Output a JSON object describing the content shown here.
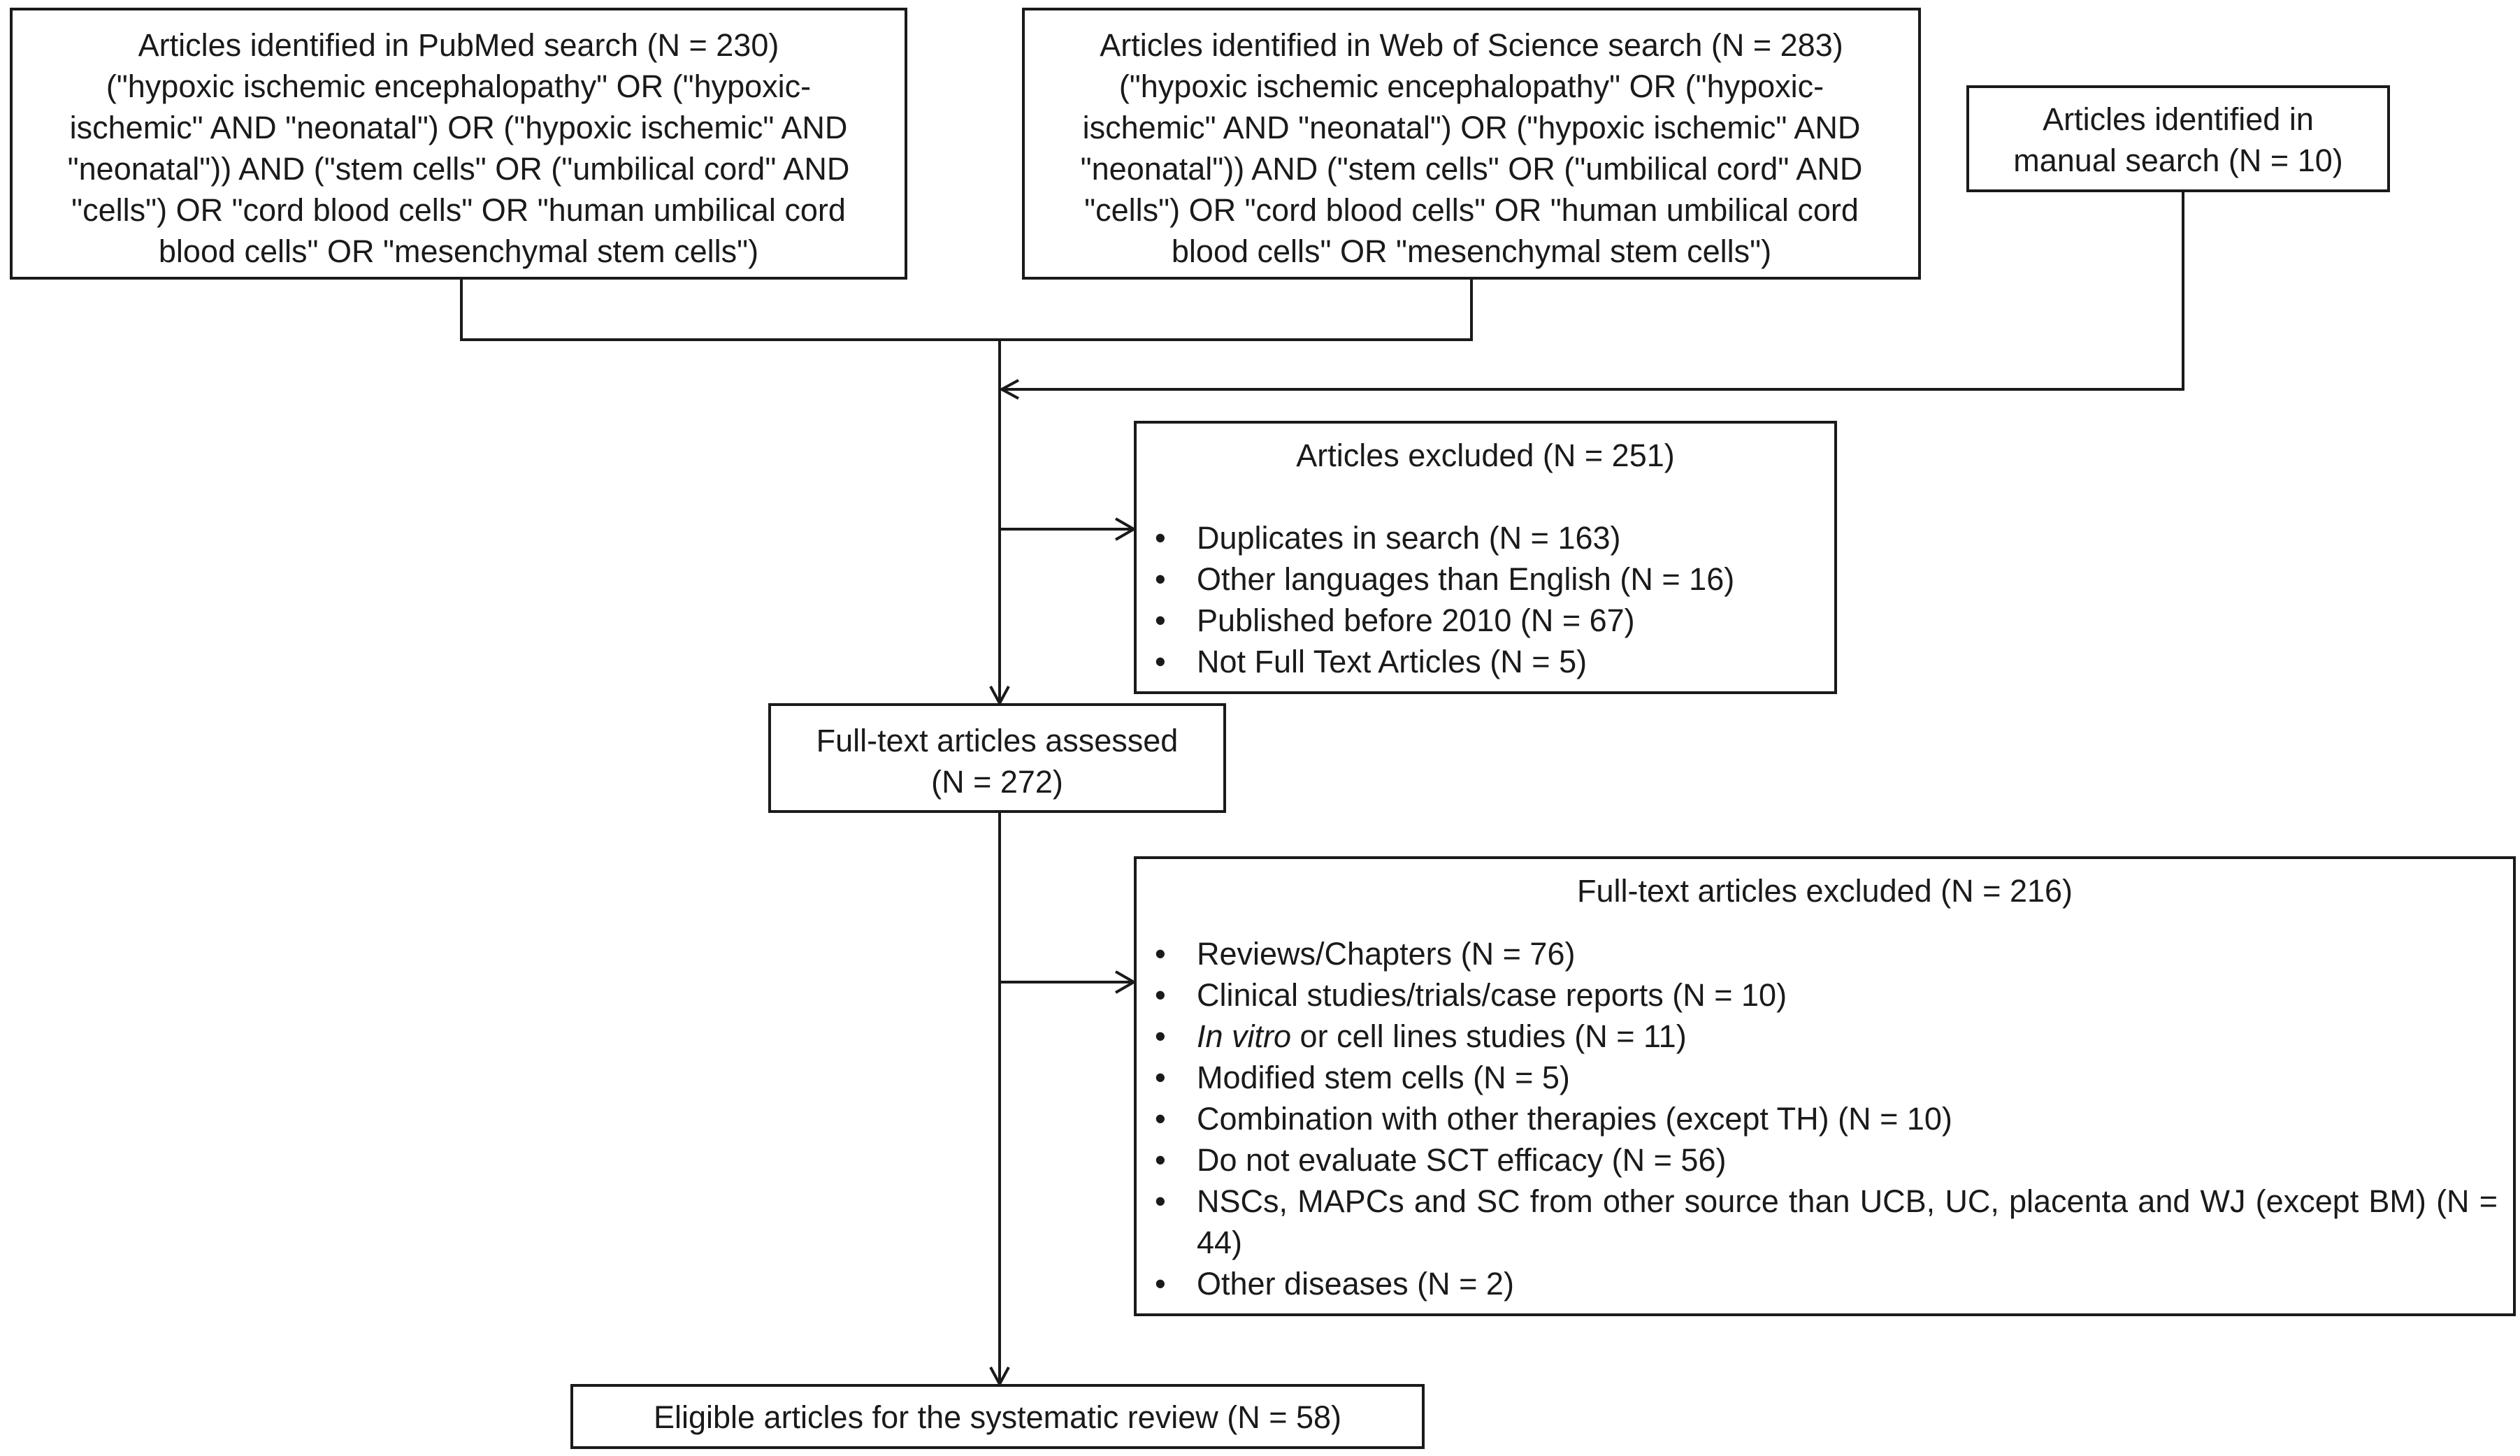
{
  "colors": {
    "line": "#1a1a1a",
    "background": "#ffffff"
  },
  "boxes": {
    "pubmed": {
      "lines": [
        "Articles identified in PubMed search (N = 230)",
        "(\"hypoxic ischemic encephalopathy\" OR (\"hypoxic-",
        "ischemic\" AND \"neonatal\") OR (\"hypoxic ischemic\" AND",
        "\"neonatal\")) AND (\"stem cells\" OR (\"umbilical cord\" AND",
        "\"cells\") OR \"cord blood cells\" OR \"human umbilical cord",
        "blood cells\" OR \"mesenchymal stem cells\")"
      ]
    },
    "wos": {
      "lines": [
        "Articles identified in Web of Science search (N = 283)",
        "(\"hypoxic ischemic encephalopathy\" OR (\"hypoxic-",
        "ischemic\" AND \"neonatal\") OR (\"hypoxic ischemic\" AND",
        "\"neonatal\")) AND (\"stem cells\" OR (\"umbilical cord\" AND",
        "\"cells\") OR \"cord blood cells\" OR \"human umbilical cord",
        "blood cells\" OR \"mesenchymal stem cells\")"
      ]
    },
    "manual": {
      "lines": [
        "Articles identified in",
        "manual search (N = 10)"
      ]
    },
    "excluded_first": {
      "title": "Articles excluded (N = 251)",
      "items": [
        "Duplicates in search (N = 163)",
        "Other languages than English (N = 16)",
        "Published before 2010 (N = 67)",
        "Not Full Text Articles (N = 5)"
      ]
    },
    "assessed": {
      "lines": [
        "Full-text articles assessed",
        "(N = 272)"
      ]
    },
    "excluded_fulltext": {
      "title": "Full-text articles excluded (N = 216)",
      "items": [
        "Reviews/Chapters (N = 76)",
        "Clinical studies/trials/case reports (N = 10)",
        {
          "italic": "In vitro",
          "rest": " or cell lines studies (N = 11)"
        },
        "Modified stem cells (N = 5)",
        "Combination with other therapies (except TH) (N = 10)",
        "Do not evaluate SCT efficacy (N = 56)",
        "NSCs, MAPCs and SC from other source than UCB, UC, placenta and WJ (except BM) (N = 44)",
        "Other diseases (N = 2)"
      ]
    },
    "eligible": {
      "lines": [
        "Eligible articles for the systematic review (N = 58)"
      ]
    }
  }
}
